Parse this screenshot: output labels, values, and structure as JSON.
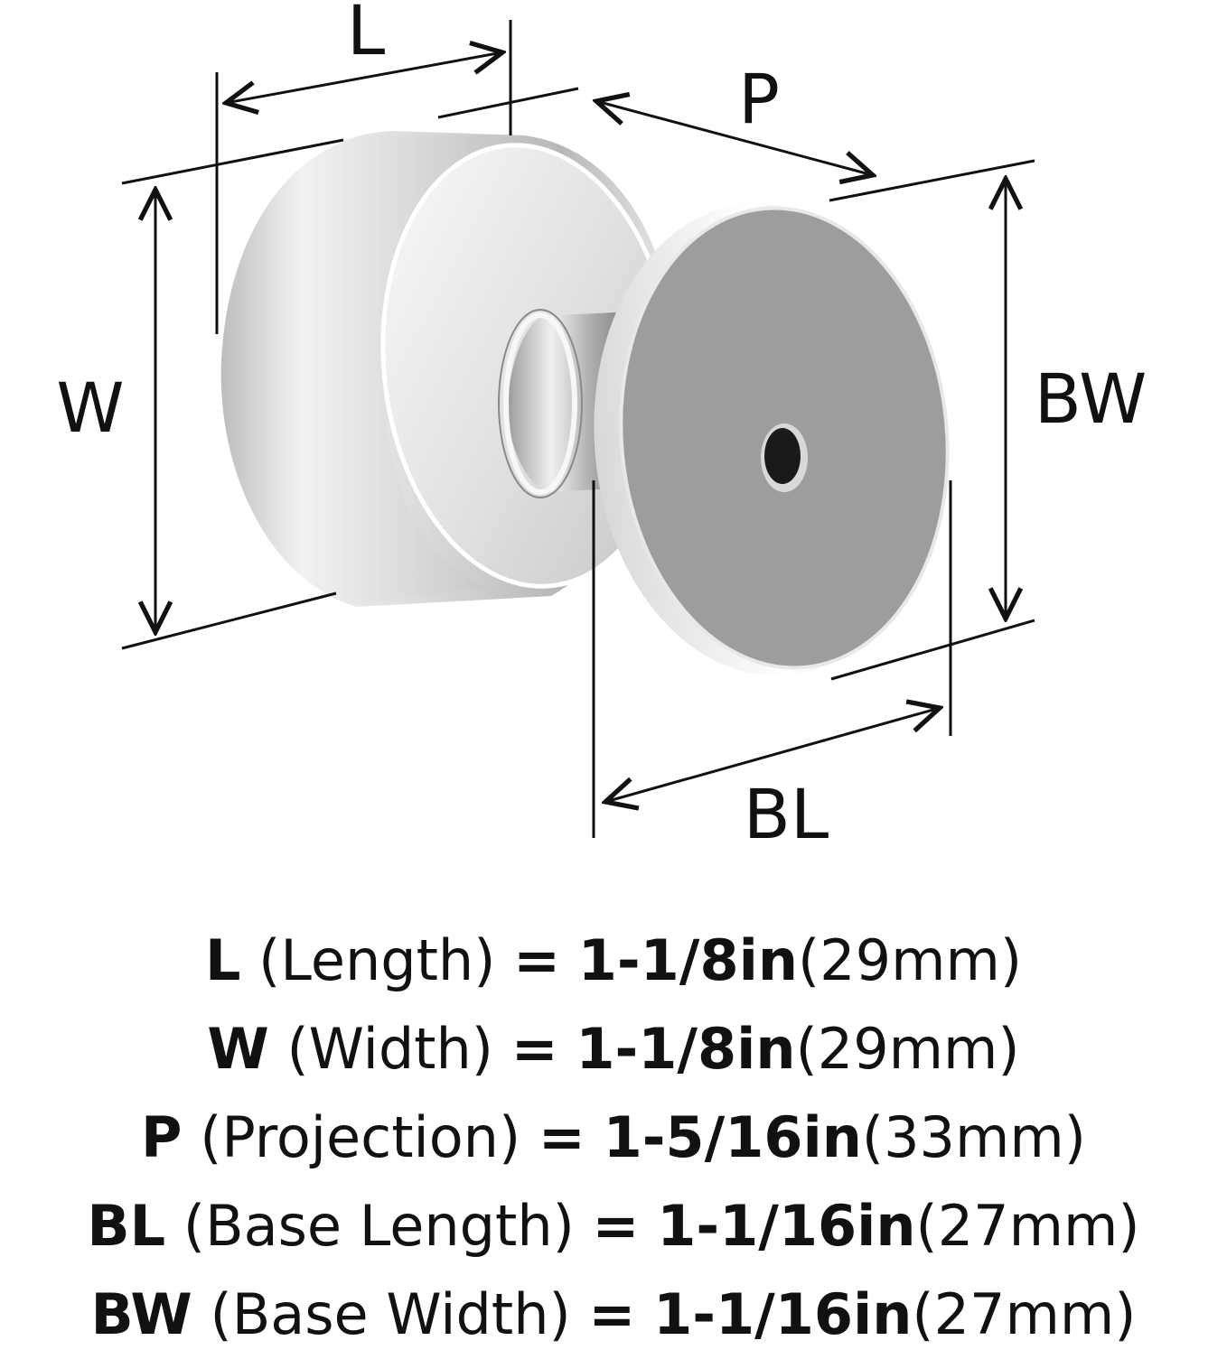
{
  "diagram": {
    "labels": {
      "L": "L",
      "P": "P",
      "W": "W",
      "BW": "BW",
      "BL": "BL"
    },
    "colors": {
      "line": "#111111",
      "chrome_light": "#f4f4f4",
      "chrome_mid": "#c9c9c9",
      "chrome_dark": "#8e8e8e",
      "base_face": "#9a9a9a",
      "hole": "#1a1a1a"
    },
    "icons": [
      "knob-illustration",
      "dimension-arrow"
    ]
  },
  "specs": [
    {
      "abbr": "L",
      "name": "(Length)",
      "eq": "=",
      "imperial": "1-1/8in",
      "metric": "(29mm)"
    },
    {
      "abbr": "W",
      "name": "(Width)",
      "eq": "=",
      "imperial": "1-1/8in",
      "metric": "(29mm)"
    },
    {
      "abbr": "P",
      "name": "(Projection)",
      "eq": "=",
      "imperial": "1-5/16in",
      "metric": "(33mm)"
    },
    {
      "abbr": "BL",
      "name": "(Base Length)",
      "eq": "=",
      "imperial": "1-1/16in",
      "metric": "(27mm)"
    },
    {
      "abbr": "BW",
      "name": "(Base Width)",
      "eq": "=",
      "imperial": "1-1/16in",
      "metric": "(27mm)"
    }
  ]
}
